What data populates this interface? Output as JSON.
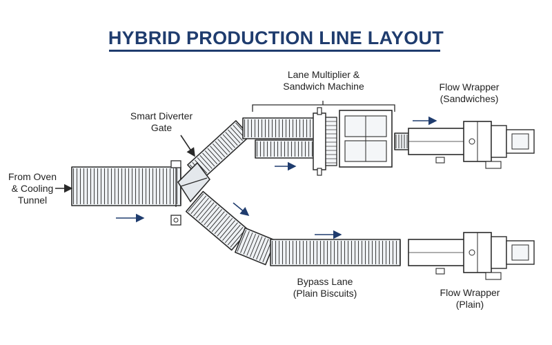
{
  "title": "HYBRID PRODUCTION LINE LAYOUT",
  "labels": {
    "inlet": [
      "From Oven",
      "& Cooling",
      "Tunnel"
    ],
    "diverter": [
      "Smart Diverter",
      "Gate"
    ],
    "multiplier": [
      "Lane Multiplier &",
      "Sandwich Machine"
    ],
    "wrapper_top": [
      "Flow Wrapper",
      "(Sandwiches)"
    ],
    "bypass": [
      "Bypass Lane",
      "(Plain Biscuits)"
    ],
    "wrapper_bottom": [
      "Flow Wrapper",
      "(Plain)"
    ]
  },
  "colors": {
    "title": "#1f3c6e",
    "line": "#2a2a2a",
    "conveyor_fill": "#eef1f4",
    "arrow": "#1f3c6e"
  }
}
